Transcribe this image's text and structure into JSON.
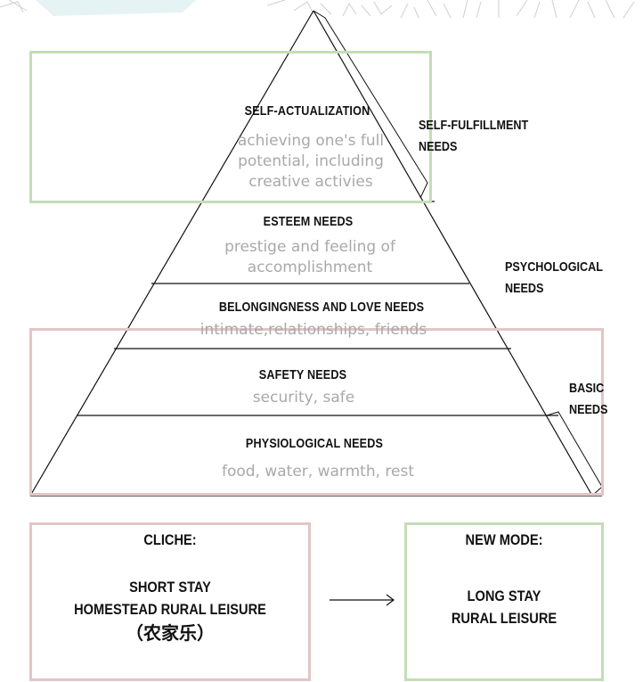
{
  "pyramid": {
    "levels": [
      {
        "title": "SELF-ACTUALIZATION",
        "desc_lines": [
          "achieving one's full",
          "potential, including",
          "creative activies"
        ]
      },
      {
        "title": "ESTEEM NEEDS",
        "desc_lines": [
          "prestige and feeling of",
          "accomplishment"
        ]
      },
      {
        "title": "BELONGINGNESS AND LOVE NEEDS",
        "desc_lines": [
          "intimate,relationships, friends"
        ]
      },
      {
        "title": "SAFETY NEEDS",
        "desc_lines": [
          "security, safe"
        ]
      },
      {
        "title": "PHYSIOLOGICAL NEEDS",
        "desc_lines": [
          "food, water, warmth, rest"
        ]
      }
    ],
    "side_labels": {
      "self": [
        "SELF-FULFILLMENT",
        "NEEDS"
      ],
      "psych": [
        "PSYCHOLOGICAL",
        "NEEDS"
      ],
      "basic": [
        "BASIC",
        "NEEDS"
      ]
    }
  },
  "bottom": {
    "cliche": {
      "heading": "CLICHE:",
      "line1": "SHORT STAY",
      "line2": "HOMESTEAD RURAL LEISURE",
      "line3": "（农家乐）"
    },
    "newmode": {
      "heading": "NEW MODE:",
      "line1": "LONG STAY",
      "line2": "RURAL LEISURE"
    }
  },
  "colors": {
    "green_box": "#c5dcb6",
    "pink_box": "#e2c5c5",
    "line": "#111111",
    "desc": "#a9a9a9"
  }
}
